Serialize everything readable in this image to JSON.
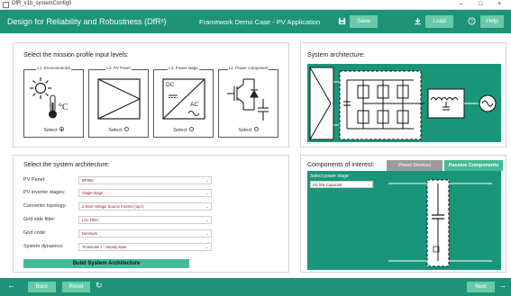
{
  "window": {
    "title": "DfR_v1b_systemConfig0",
    "minimize": "–",
    "maximize": "□",
    "close": "×"
  },
  "header": {
    "app_title": "Design for Reliability and Robustness (DfR²)",
    "case_title": "Framework Demo Case - PV Application",
    "save_label": "Save",
    "load_label": "Load",
    "help_label": "Help"
  },
  "mission_profile": {
    "title": "Select the mission profile input levels:",
    "levels": [
      {
        "caption": "L1. Environmental",
        "select_label": "Select",
        "selected": true
      },
      {
        "caption": "L2. PV Panel",
        "select_label": "Select",
        "selected": false
      },
      {
        "caption": "L3. Power stage",
        "select_label": "Select",
        "selected": false
      },
      {
        "caption": "L4. Power component",
        "select_label": "Select",
        "selected": false
      }
    ],
    "symbols": {
      "celsius": "°C",
      "dc": "DC",
      "ac": "AC"
    }
  },
  "system_architecture_panel": {
    "title": "System architecture:"
  },
  "system_form": {
    "title": "Select the system architecture:",
    "rows": [
      {
        "label": "PV Panel:",
        "value": "BP365"
      },
      {
        "label": "PV inverter stages:",
        "value": "Single-stage"
      },
      {
        "label": "Converter topology:",
        "value": "2-level Voltage Source Inverter (2pA)"
      },
      {
        "label": "Grid side filter:",
        "value": "LCL Filter"
      },
      {
        "label": "Grid code:",
        "value": "Denmark"
      },
      {
        "label": "System dynamics:",
        "value": "Timescale 1 - Steady state"
      }
    ],
    "build_button": "Build System Architecture"
  },
  "components": {
    "title": "Components of interest:",
    "tab_power_devices": "Power Devices",
    "tab_passive_components": "Passive Components",
    "select_label": "Select power stage:",
    "select_value": "DC link Capacitor"
  },
  "footer": {
    "back_label": "Back",
    "reset_label": "Reset",
    "next_label": "Next"
  },
  "colors": {
    "brand": "#1e9378",
    "button": "#69c9a8",
    "panel_teal": "#19967a",
    "tab_active": "#43ba98",
    "tab_inactive": "#9b9b9b"
  }
}
